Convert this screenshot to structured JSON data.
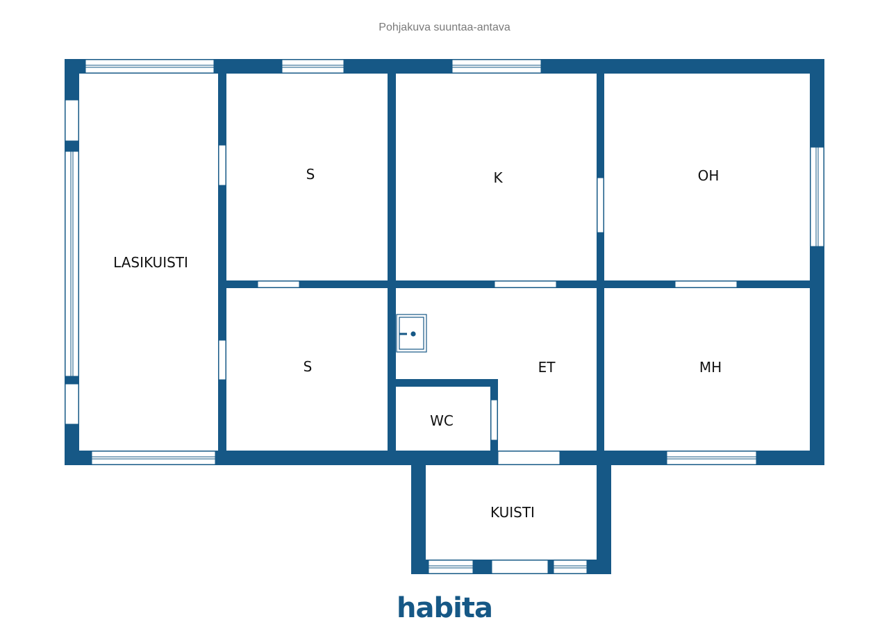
{
  "caption": "Pohjakuva suuntaa-antava",
  "colors": {
    "wall": "#165886",
    "opening": "#ffffff",
    "frame": "#165886",
    "logo": "#165886"
  },
  "rooms": {
    "lasikuisti": "LASIKUISTI",
    "s_top": "S",
    "k": "K",
    "oh": "OH",
    "s_bottom": "S",
    "et": "ET",
    "mh": "MH",
    "wc": "WC",
    "kuisti": "KUISTI"
  },
  "fixtures": {
    "sink": "sink-icon"
  },
  "logo": "habita"
}
